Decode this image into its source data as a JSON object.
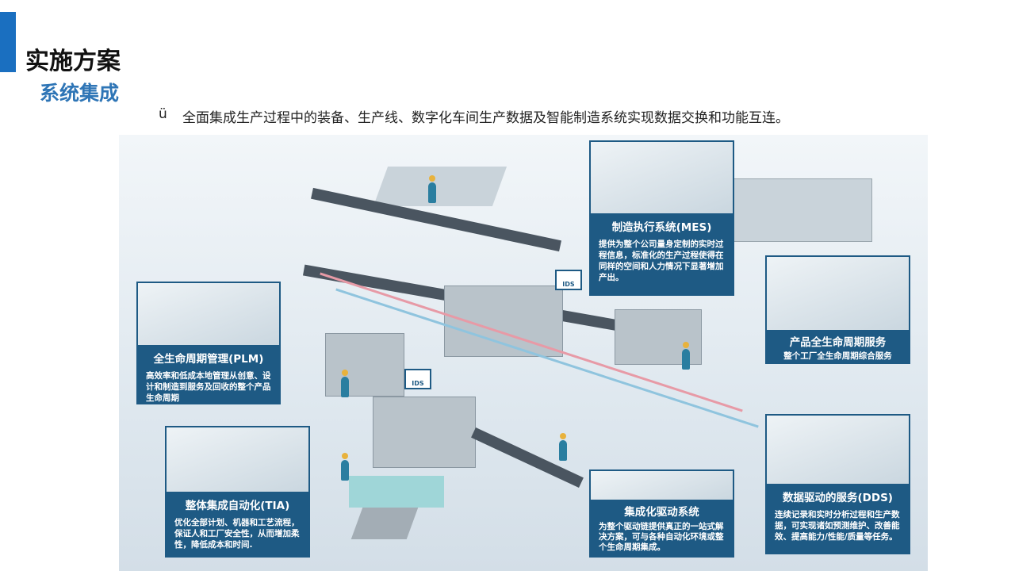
{
  "header": {
    "title": "实施方案",
    "subtitle": "系统集成"
  },
  "bullet": {
    "marker": "ü",
    "text": "全面集成生产过程中的装备、生产线、数字化车间生产数据及智能制造系统实现数据交换和功能互连。"
  },
  "illustration": {
    "badges": [
      "IDS",
      "IDS"
    ],
    "panels": [
      {
        "title": "制造执行系统(MES)",
        "desc": "提供为整个公司量身定制的实时过程信息，标准化的生产过程使得在同样的空间和人力情况下显著增加产出。"
      },
      {
        "title": "全生命周期管理(PLM)",
        "desc": "高效率和低成本地管理从创意、设计和制造到服务及回收的整个产品生命周期"
      },
      {
        "title": "产品全生命周期服务",
        "desc": "整个工厂全生命周期综合服务"
      },
      {
        "title": "整体集成自动化(TIA)",
        "desc": "优化全部计划、机器和工艺流程，保证人和工厂安全性，从而增加柔性，降低成本和时间."
      },
      {
        "title": "集成化驱动系统",
        "desc": "为整个驱动链提供真正的一站式解决方案，可与各种自动化环境或整个生命周期集成。"
      },
      {
        "title": "数据驱动的服务(DDS)",
        "desc": "连续记录和实时分析过程和生产数据，可实现诸如预测维护、改善能效、提高能力/性能/质量等任务。"
      }
    ]
  }
}
